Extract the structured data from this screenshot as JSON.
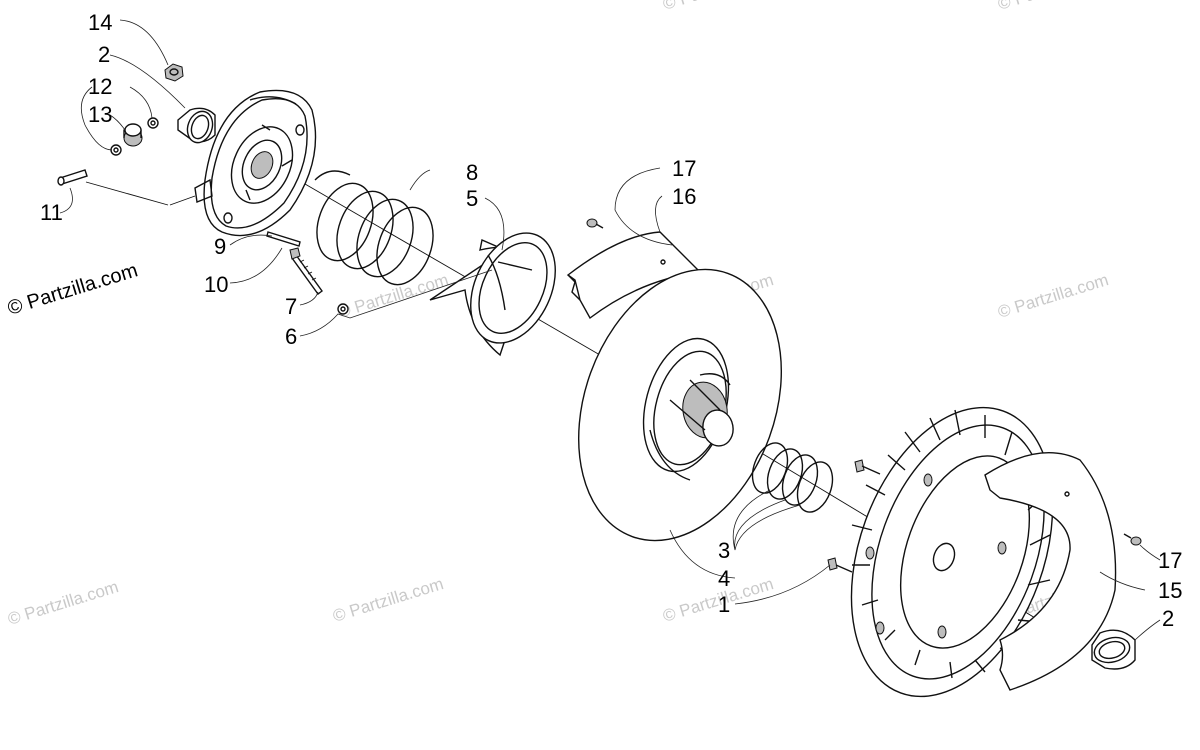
{
  "copyright": "© Partzilla.com",
  "watermark": "© Partzilla.com",
  "callouts": [
    {
      "id": "c14",
      "text": "14"
    },
    {
      "id": "c2a",
      "text": "2"
    },
    {
      "id": "c12",
      "text": "12"
    },
    {
      "id": "c13",
      "text": "13"
    },
    {
      "id": "c11",
      "text": "11"
    },
    {
      "id": "c9",
      "text": "9"
    },
    {
      "id": "c10",
      "text": "10"
    },
    {
      "id": "c7",
      "text": "7"
    },
    {
      "id": "c6",
      "text": "6"
    },
    {
      "id": "c8",
      "text": "8"
    },
    {
      "id": "c5",
      "text": "5"
    },
    {
      "id": "c17a",
      "text": "17"
    },
    {
      "id": "c16",
      "text": "16"
    },
    {
      "id": "c3",
      "text": "3"
    },
    {
      "id": "c4",
      "text": "4"
    },
    {
      "id": "c1",
      "text": "1"
    },
    {
      "id": "c17b",
      "text": "17"
    },
    {
      "id": "c15",
      "text": "15"
    },
    {
      "id": "c2b",
      "text": "2"
    }
  ]
}
